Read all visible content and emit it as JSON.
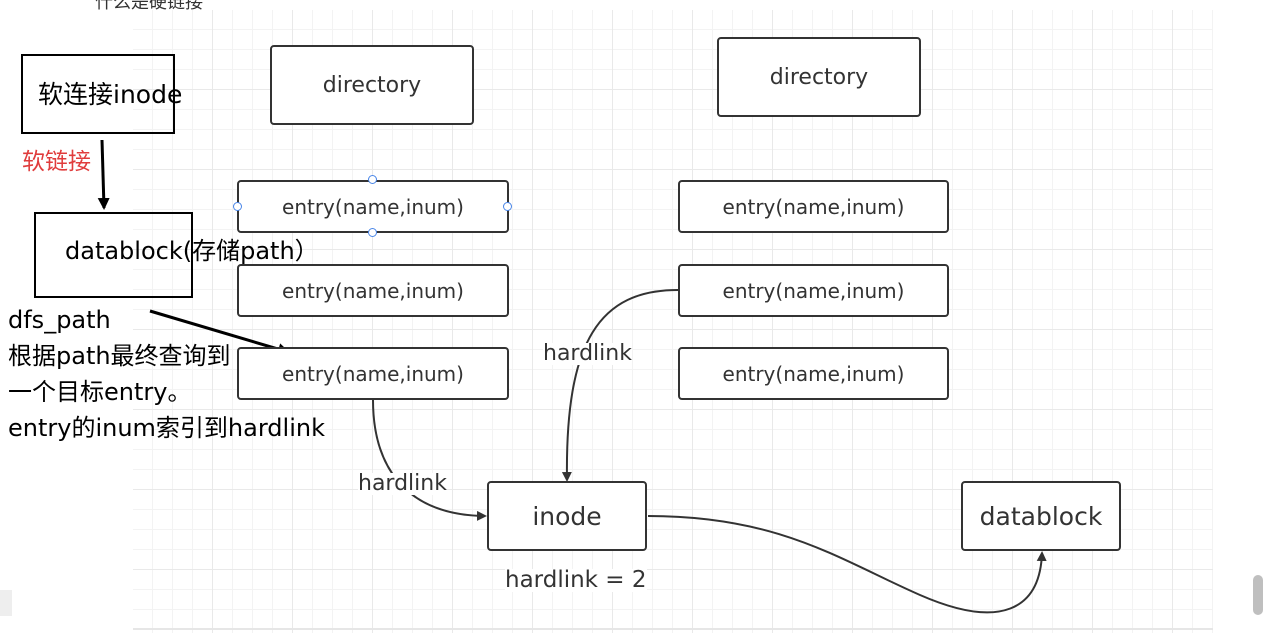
{
  "doc": {
    "top_heading_partial": "什么是硬链接"
  },
  "diagram": {
    "directory_left": "directory",
    "directory_right": "directory",
    "entries_left": [
      "entry(name,inum)",
      "entry(name,inum)",
      "entry(name,inum)"
    ],
    "entries_right": [
      "entry(name,inum)",
      "entry(name,inum)",
      "entry(name,inum)"
    ],
    "inode": "inode",
    "datablock": "datablock",
    "hardlink_label_left": "hardlink",
    "hardlink_label_right": "hardlink",
    "hardlink_count": "hardlink = 2"
  },
  "annotations": {
    "soft_inode": "软连接inode",
    "soft_link": "软链接",
    "datablock_path": "datablock(存储path）",
    "dfs_lines": [
      "dfs_path",
      "根据path最终查询到",
      "一个目标entry。",
      "entry的inum索引到hardlink"
    ]
  },
  "colors": {
    "stroke": "#333333",
    "annotation_red": "#e03c3c",
    "selection_handle": "#4a86e8"
  }
}
